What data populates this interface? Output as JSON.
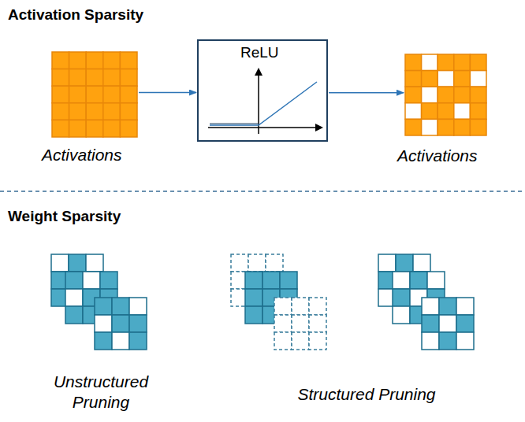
{
  "diagram": {
    "nodes": [
      {
        "text": [
          "Activations"
        ]
      },
      {
        "text": [
          "ReLU"
        ]
      },
      {
        "text": [
          "Activations"
        ]
      }
    ],
    "edges": [
      {
        "from": 0,
        "to": 1,
        "arrow": "to"
      },
      {
        "from": 1,
        "to": 2,
        "arrow": "to"
      }
    ],
    "labels": [
      "Activation Sparsity",
      "Weight Sparsity",
      "Unstructured Pruning",
      "Structured Pruning"
    ]
  }
}
